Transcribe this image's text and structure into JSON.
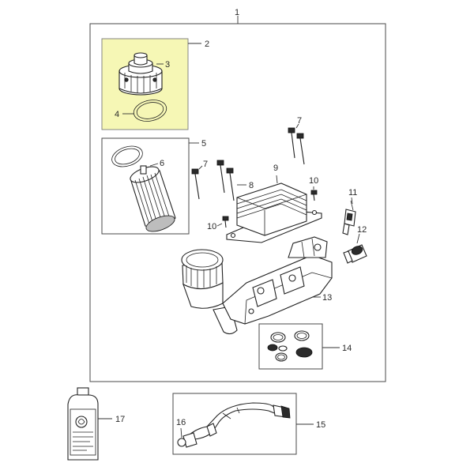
{
  "diagram": {
    "highlight_color": "#f6f7b5",
    "callouts": {
      "c1": "1",
      "c2": "2",
      "c3": "3",
      "c4": "4",
      "c5": "5",
      "c6": "6",
      "c7a": "7",
      "c7b": "7",
      "c8": "8",
      "c9": "9",
      "c10a": "10",
      "c10b": "10",
      "c11": "11",
      "c12": "12",
      "c13": "13",
      "c14": "14",
      "c15": "15",
      "c16": "16",
      "c17": "17"
    }
  }
}
